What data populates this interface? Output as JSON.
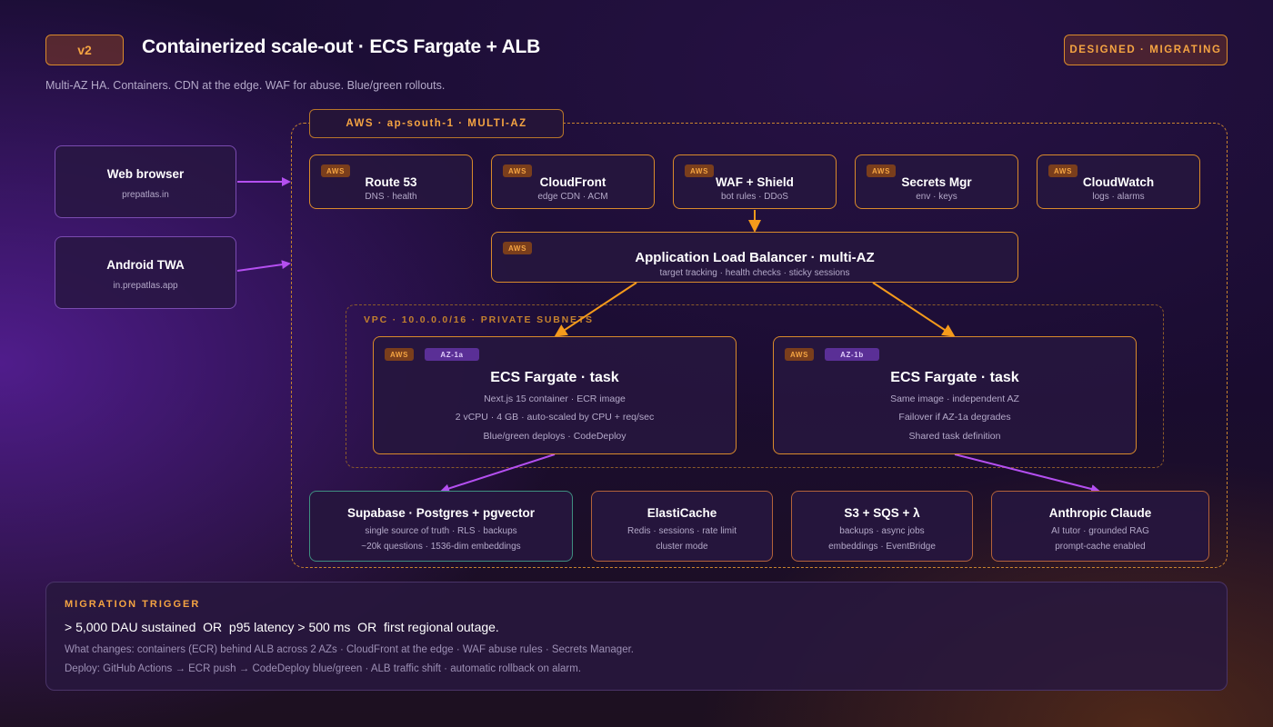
{
  "header": {
    "version": "v2",
    "title": "Containerized scale-out · ECS Fargate + ALB",
    "subtitle": "Multi-AZ HA. Containers. CDN at the edge. WAF for abuse. Blue/green rollouts.",
    "status": "DESIGNED · MIGRATING"
  },
  "clients": {
    "web": {
      "title": "Web browser",
      "sub": "prepatlas.in"
    },
    "android": {
      "title": "Android TWA",
      "sub": "in.prepatlas.app"
    }
  },
  "aws_region": {
    "label": "AWS · ap-south-1 · MULTI-AZ",
    "tag": "AWS"
  },
  "edge_services": [
    {
      "title": "Route 53",
      "sub": "DNS · health"
    },
    {
      "title": "CloudFront",
      "sub": "edge CDN · ACM"
    },
    {
      "title": "WAF + Shield",
      "sub": "bot rules · DDoS"
    },
    {
      "title": "Secrets Mgr",
      "sub": "env · keys"
    },
    {
      "title": "CloudWatch",
      "sub": "logs · alarms"
    }
  ],
  "alb": {
    "title": "Application Load Balancer · multi-AZ",
    "sub": "target tracking · health checks · sticky sessions"
  },
  "vpc": {
    "label": "VPC · 10.0.0.0/16 · PRIVATE SUBNETS"
  },
  "tasks": [
    {
      "az": "AZ-1a",
      "title": "ECS Fargate · task",
      "lines": [
        "Next.js 15 container · ECR image",
        "2 vCPU · 4 GB · auto-scaled by CPU + req/sec",
        "Blue/green deploys · CodeDeploy"
      ]
    },
    {
      "az": "AZ-1b",
      "title": "ECS Fargate · task",
      "lines": [
        "Same image · independent AZ",
        "Failover if AZ-1a degrades",
        "Shared task definition"
      ]
    }
  ],
  "backends": [
    {
      "title": "Supabase · Postgres + pgvector",
      "lines": [
        "single source of truth · RLS · backups",
        "~20k questions · 1536-dim embeddings"
      ]
    },
    {
      "title": "ElastiCache",
      "lines": [
        "Redis · sessions · rate limit",
        "cluster mode"
      ]
    },
    {
      "title": "S3 + SQS + λ",
      "lines": [
        "backups · async jobs",
        "embeddings · EventBridge"
      ]
    },
    {
      "title": "Anthropic Claude",
      "lines": [
        "AI tutor · grounded RAG",
        "prompt-cache enabled"
      ]
    }
  ],
  "migration": {
    "label": "MIGRATION TRIGGER",
    "condition": "> 5,000 DAU sustained  OR  p95 latency > 500 ms  OR  first regional outage.",
    "changes": "What changes: containers (ECR) behind ALB across 2 AZs · CloudFront at the edge · WAF abuse rules · Secrets Manager.",
    "deploy": "Deploy: GitHub Actions → ECR push → CodeDeploy blue/green · ALB traffic shift · automatic rollback on alarm."
  },
  "colors": {
    "accent_orange": "#f5a442",
    "client_purple": "#7a4bb0",
    "arrow_purple": "#b44ff0",
    "arrow_orange": "#f59a1b",
    "db_teal": "#3f8f80"
  }
}
